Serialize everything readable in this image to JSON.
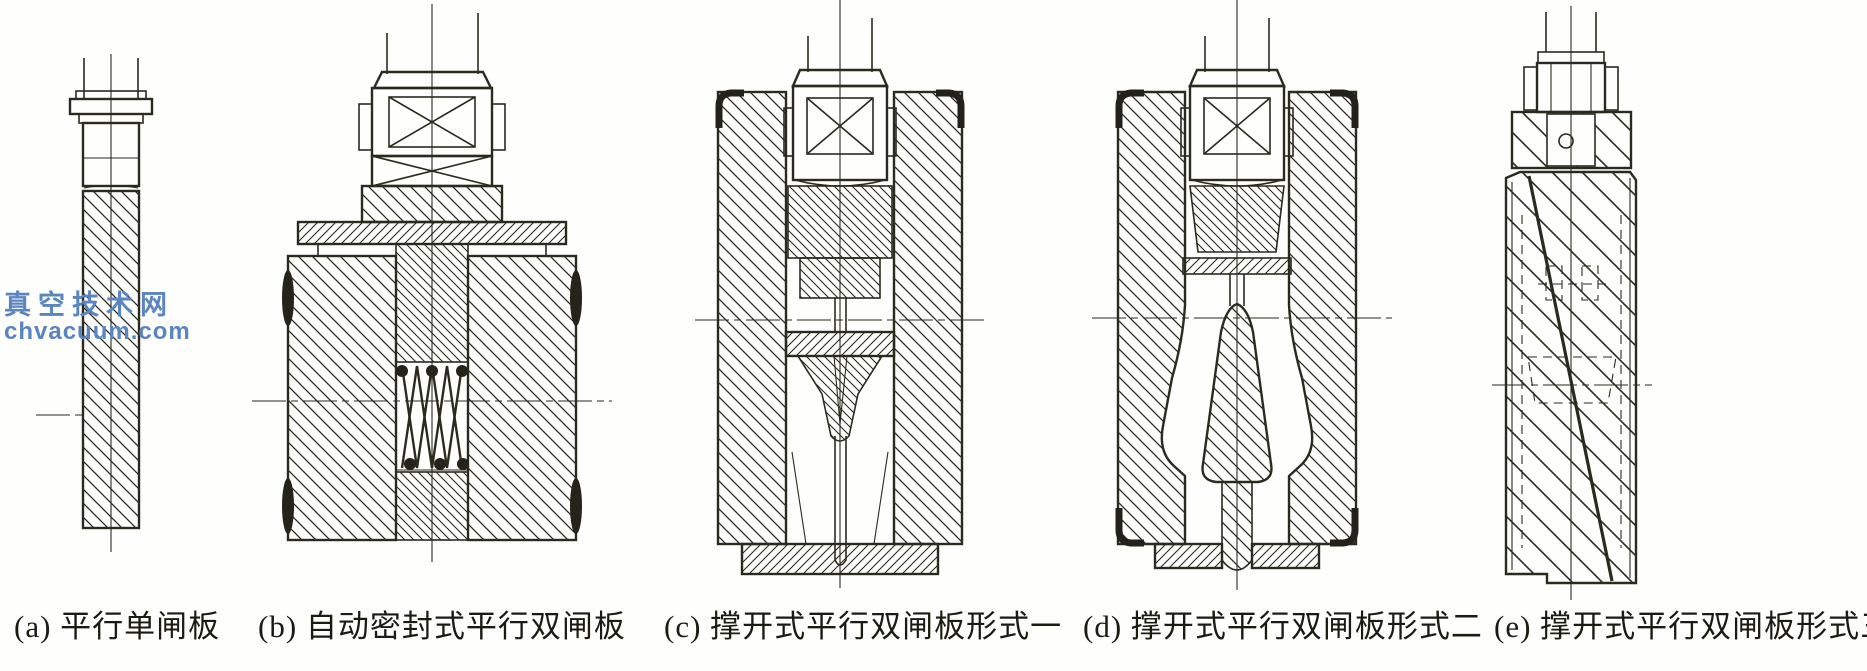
{
  "page": {
    "background": "#fefefc"
  },
  "watermark": {
    "line1": "真空技术网",
    "line2": "chvacuum.com",
    "color": "#5b85c0"
  },
  "figure": {
    "line_color": "#2b2a1e",
    "panels": [
      {
        "id": "a",
        "caption": "(a) 平行单闸板"
      },
      {
        "id": "b",
        "caption": "(b) 自动密封式平行双闸板"
      },
      {
        "id": "c",
        "caption": "(c) 撑开式平行双闸板形式一"
      },
      {
        "id": "d",
        "caption": "(d) 撑开式平行双闸板形式二"
      },
      {
        "id": "e",
        "caption": "(e) 撑开式平行双闸板形式三"
      }
    ]
  }
}
